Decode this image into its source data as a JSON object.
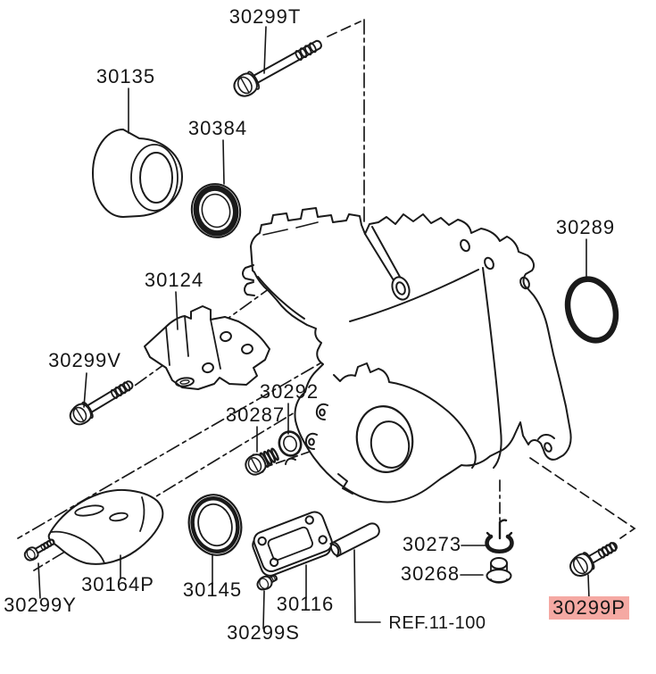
{
  "diagram": {
    "type": "exploded-parts-diagram",
    "background_color": "#ffffff",
    "line_color": "#1a1a1a",
    "highlight_color": "#f5a9a3",
    "highlighted_part": "30299P",
    "reference_note": "REF.11-100",
    "labels": [
      {
        "text": "30299T",
        "highlighted": false
      },
      {
        "text": "30135",
        "highlighted": false
      },
      {
        "text": "30384",
        "highlighted": false
      },
      {
        "text": "30124",
        "highlighted": false
      },
      {
        "text": "30299V",
        "highlighted": false
      },
      {
        "text": "30292",
        "highlighted": false
      },
      {
        "text": "30287",
        "highlighted": false
      },
      {
        "text": "30289",
        "highlighted": false
      },
      {
        "text": "30164P",
        "highlighted": false
      },
      {
        "text": "30299Y",
        "highlighted": false
      },
      {
        "text": "30145",
        "highlighted": false
      },
      {
        "text": "30116",
        "highlighted": false
      },
      {
        "text": "30299S",
        "highlighted": false
      },
      {
        "text": "30273",
        "highlighted": false
      },
      {
        "text": "30268",
        "highlighted": false
      },
      {
        "text": "REF.11-100",
        "highlighted": false
      },
      {
        "text": "30299P",
        "highlighted": true
      }
    ]
  }
}
